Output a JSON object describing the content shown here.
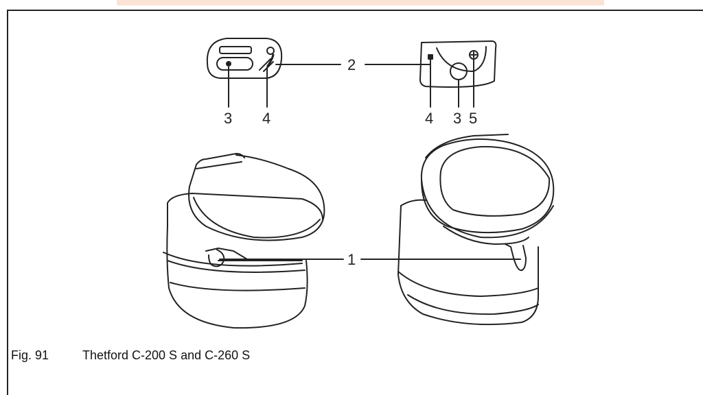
{
  "figure": {
    "caption_number": "Fig. 91",
    "caption_text": "Thetford C-200 S and C-260 S"
  },
  "callouts": {
    "left_panel_3": "3",
    "left_panel_4": "4",
    "panel_label_2": "2",
    "right_panel_4": "4",
    "right_panel_3": "3",
    "right_panel_5": "5",
    "toilet_label_1": "1"
  },
  "colors": {
    "line": "#222222",
    "accent_bar": "#fbe3d6"
  }
}
